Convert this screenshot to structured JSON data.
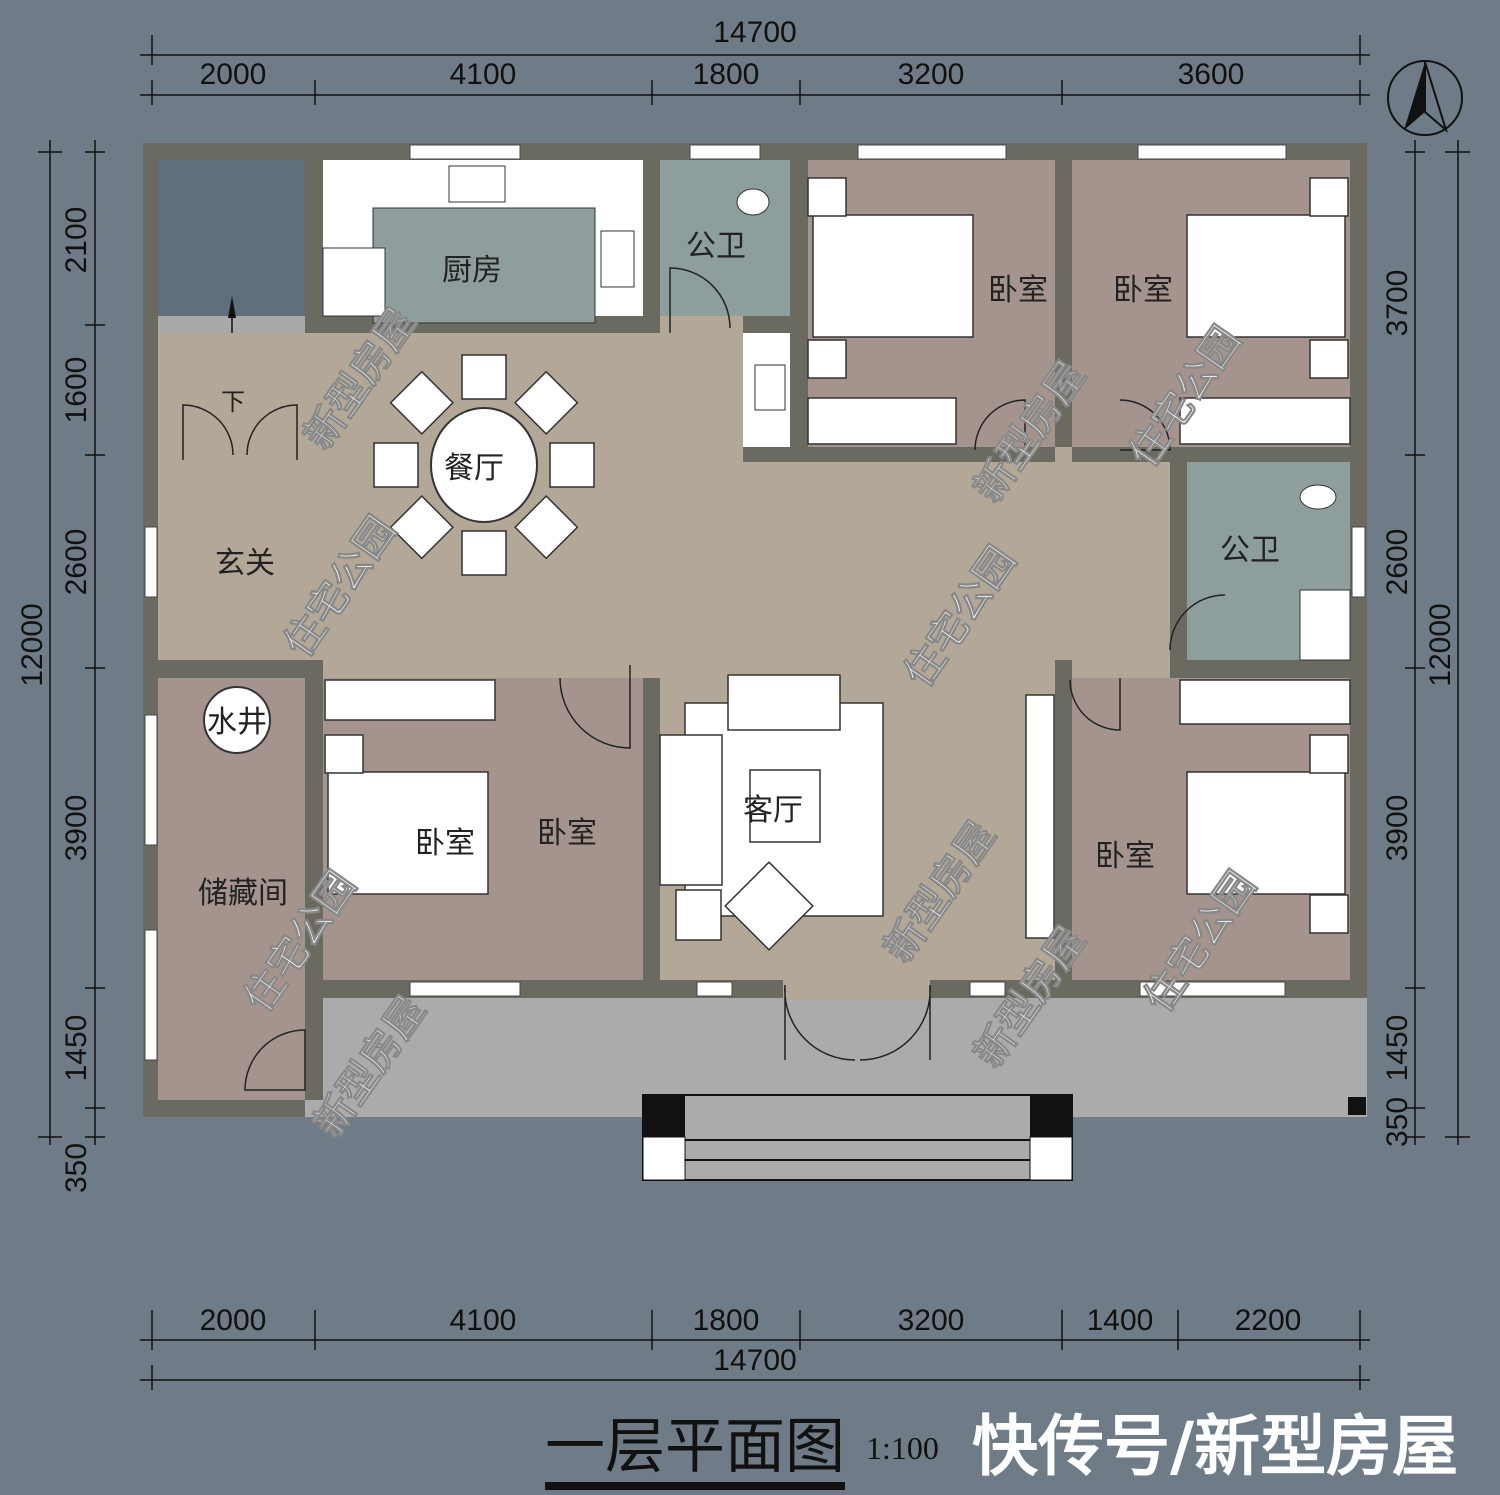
{
  "title": "一层平面图",
  "scale": "1:100",
  "credit": "快传号/新型房屋",
  "north_arrow": "north-arrow-icon",
  "dimensions": {
    "top_total": "14700",
    "top_segments": [
      "2000",
      "4100",
      "1800",
      "3200",
      "3600"
    ],
    "bottom_segments": [
      "2000",
      "4100",
      "1800",
      "3200",
      "1400",
      "2200"
    ],
    "bottom_total": "14700",
    "left_total": "12000",
    "left_segments": [
      "2100",
      "1600",
      "2600",
      "3900",
      "1450"
    ],
    "left_extra": "350",
    "right_total": "12000",
    "right_segments": [
      "3700",
      "2600",
      "3900",
      "1450",
      "350"
    ]
  },
  "rooms": {
    "kitchen": "厨房",
    "public_bath_top": "公卫",
    "bedroom_top_1": "卧室",
    "bedroom_top_2": "卧室",
    "dining": "餐厅",
    "entry": "玄关",
    "stair_down": "下",
    "public_bath_right": "公卫",
    "well": "水井",
    "bedroom_bottom_left_bed": "卧室",
    "bedroom_bottom_left": "卧室",
    "storage": "储藏间",
    "living": "客厅",
    "bedroom_bottom_right": "卧室"
  },
  "watermarks": [
    "住宅公园",
    "新型房屋"
  ],
  "colors": {
    "background": "#6f7c87",
    "wall": "#6b6a60",
    "floor": "#b3a898",
    "bedroom": "#a5948d",
    "bathroom": "#8e9e9d",
    "porch": "#ababab",
    "stair": "#a9a9a9",
    "void": "#5f6f7d"
  }
}
